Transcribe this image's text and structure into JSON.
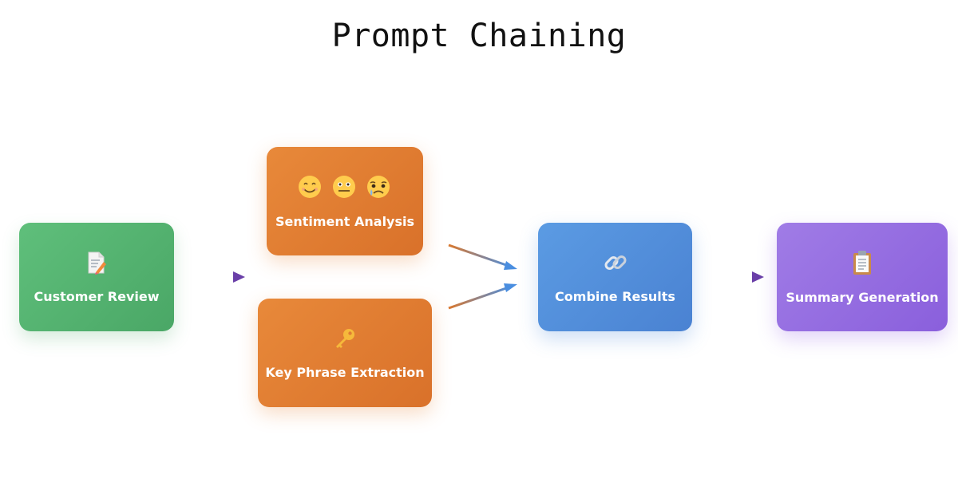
{
  "title": "Prompt Chaining",
  "nodes": {
    "customer_review": {
      "label": "Customer Review",
      "icon": "document-pencil-icon",
      "color": "#52b06e"
    },
    "sentiment_analysis": {
      "label": "Sentiment Analysis",
      "icon": "emoji-faces-icon",
      "color": "#e07d33"
    },
    "key_phrase_extraction": {
      "label": "Key Phrase Extraction",
      "icon": "key-icon",
      "color": "#e07d33"
    },
    "combine_results": {
      "label": "Combine Results",
      "icon": "link-icon",
      "color": "#528edb"
    },
    "summary_generation": {
      "label": "Summary Generation",
      "icon": "clipboard-icon",
      "color": "#9570e1"
    }
  },
  "colors": {
    "arrow_blue": "#4a84d8",
    "arrow_purple": "#6a3fa8",
    "arrow_orange": "#d9782f"
  }
}
